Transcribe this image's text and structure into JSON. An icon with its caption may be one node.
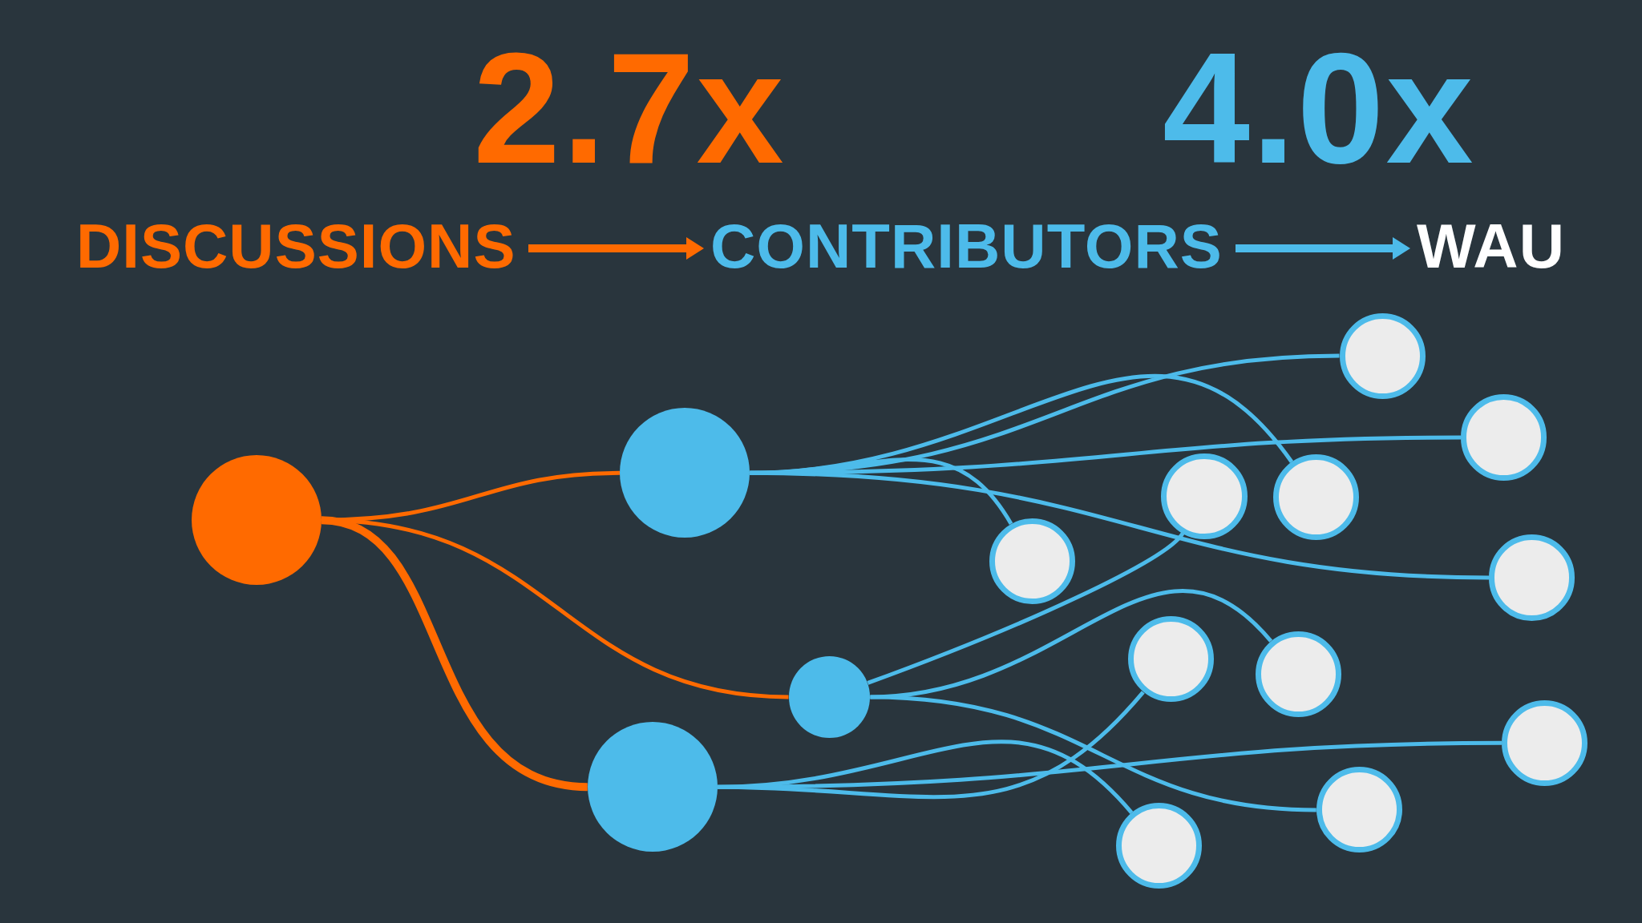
{
  "diagram": {
    "nodes": [
      {
        "text": [
          "DISCUSSIONS"
        ]
      },
      {
        "text": [
          "CONTRIBUTORS"
        ]
      },
      {
        "text": [
          "WAU"
        ]
      },
      {
        "text": [],
        "shape": "circle"
      },
      {
        "text": [],
        "shape": "circle"
      },
      {
        "text": [],
        "shape": "circle"
      },
      {
        "text": [],
        "shape": "circle"
      },
      {
        "text": [],
        "shape": "circle"
      },
      {
        "text": [],
        "shape": "circle"
      },
      {
        "text": [],
        "shape": "circle"
      },
      {
        "text": [],
        "shape": "circle"
      },
      {
        "text": [],
        "shape": "circle"
      },
      {
        "text": [],
        "shape": "circle"
      },
      {
        "text": [],
        "shape": "circle"
      },
      {
        "text": [],
        "shape": "circle"
      },
      {
        "text": [],
        "shape": "circle"
      },
      {
        "text": [],
        "shape": "circle"
      },
      {
        "text": [],
        "shape": "circle"
      }
    ],
    "edges": [
      {
        "from": 0,
        "to": 1,
        "arrow": "to",
        "color": "#ff6a00",
        "style": "thick"
      },
      {
        "from": 1,
        "to": 2,
        "arrow": "to",
        "style": "thick"
      },
      {
        "from": 3,
        "to": 4,
        "arrow": "none",
        "color": "#ff6a00"
      },
      {
        "from": 3,
        "to": 5,
        "arrow": "none",
        "color": "#ff6a00"
      },
      {
        "from": 3,
        "to": 6,
        "arrow": "none",
        "color": "#ff6a00",
        "style": "thick"
      },
      {
        "from": 4,
        "to": 14,
        "arrow": "none"
      },
      {
        "from": 4,
        "to": 15,
        "arrow": "none"
      },
      {
        "from": 4,
        "to": 12,
        "arrow": "none"
      },
      {
        "from": 4,
        "to": 7,
        "arrow": "none"
      },
      {
        "from": 4,
        "to": 16,
        "arrow": "none"
      },
      {
        "from": 5,
        "to": 10,
        "arrow": "none"
      },
      {
        "from": 5,
        "to": 11,
        "arrow": "none"
      },
      {
        "from": 5,
        "to": 13,
        "arrow": "none"
      },
      {
        "from": 6,
        "to": 9,
        "arrow": "none"
      },
      {
        "from": 6,
        "to": 17,
        "arrow": "none"
      },
      {
        "from": 6,
        "to": 8,
        "arrow": "none"
      }
    ],
    "labels": [
      "2.7x",
      "4.0x"
    ]
  }
}
